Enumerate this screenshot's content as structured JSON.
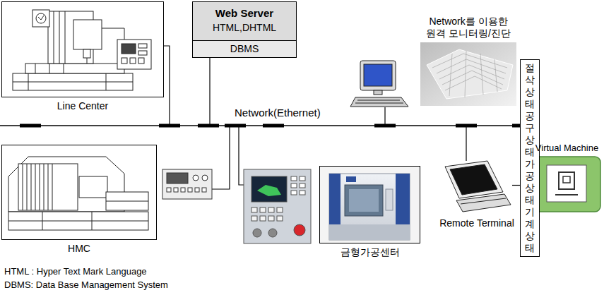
{
  "diagram": {
    "nodes": [
      {
        "text": [
          "Line Center"
        ]
      },
      {
        "text": [
          "Web Server",
          "HTML,DHTML",
          "DBMS"
        ]
      },
      {
        "text": [
          "Network를 이용한 원격 모니터링/진단"
        ]
      },
      {
        "text": [
          "절삭상태 공구상태 가공상태 기계상태"
        ]
      },
      {
        "text": [
          "HMC"
        ]
      },
      {
        "text": [
          "금형가공센터"
        ]
      },
      {
        "text": [
          "Remote Terminal"
        ]
      },
      {
        "text": [
          "Virtual Machine"
        ]
      }
    ],
    "edges": [
      {
        "from": 6,
        "to": 7,
        "arrow": "none"
      }
    ],
    "labels": [
      "Network(Ethernet)",
      "HTML : Hyper Text Mark Language",
      "DBMS: Data Base Management System"
    ]
  }
}
